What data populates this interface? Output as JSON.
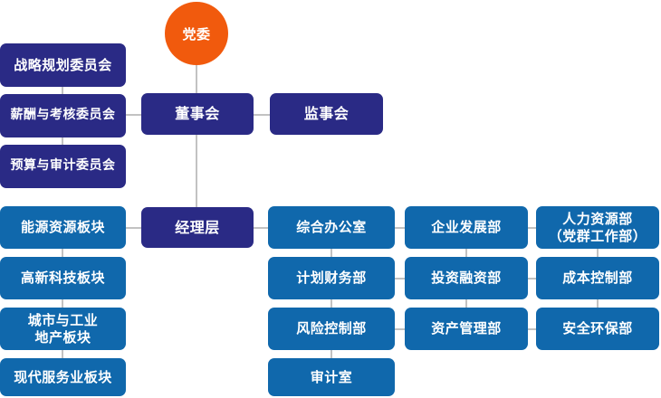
{
  "chart_data": {
    "type": "diagram",
    "title": "",
    "diagram_kind": "organization-chart",
    "colors": {
      "dark_blue": "#2A2A85",
      "light_blue": "#1068AC",
      "orange": "#F15A0D",
      "connector_gray": "#C2C2C2",
      "background": "#FFFFFF",
      "node_text": "#FFFFFF"
    },
    "nodes": [
      {
        "id": "party",
        "label": "党委",
        "shape": "circle",
        "color": "orange",
        "level": 0
      },
      {
        "id": "board",
        "label": "董事会",
        "shape": "rounded-rect",
        "color": "dark_blue",
        "level": 1
      },
      {
        "id": "supervisors",
        "label": "监事会",
        "shape": "rounded-rect",
        "color": "dark_blue",
        "level": 1
      },
      {
        "id": "strategy-committee",
        "label": "战略规划委员会",
        "shape": "rounded-rect",
        "color": "dark_blue",
        "level": 2
      },
      {
        "id": "comp-committee",
        "label": "薪酬与考核委员会",
        "shape": "rounded-rect",
        "color": "dark_blue",
        "level": 2
      },
      {
        "id": "budget-committee",
        "label": "预算与审计委员会",
        "shape": "rounded-rect",
        "color": "dark_blue",
        "level": 2
      },
      {
        "id": "management",
        "label": "经理层",
        "shape": "rounded-rect",
        "color": "dark_blue",
        "level": 3
      },
      {
        "id": "energy-segment",
        "label": "能源资源板块",
        "shape": "rounded-rect",
        "color": "light_blue",
        "level": 4
      },
      {
        "id": "hitech-segment",
        "label": "高新科技板块",
        "shape": "rounded-rect",
        "color": "light_blue",
        "level": 4
      },
      {
        "id": "urban-segment",
        "label": "城市与工业\n地产板块",
        "shape": "rounded-rect",
        "color": "light_blue",
        "level": 4
      },
      {
        "id": "services-segment",
        "label": "现代服务业板块",
        "shape": "rounded-rect",
        "color": "light_blue",
        "level": 4
      },
      {
        "id": "general-office",
        "label": "综合办公室",
        "shape": "rounded-rect",
        "color": "light_blue",
        "level": 4
      },
      {
        "id": "planning-finance",
        "label": "计划财务部",
        "shape": "rounded-rect",
        "color": "light_blue",
        "level": 4
      },
      {
        "id": "risk-control",
        "label": "风险控制部",
        "shape": "rounded-rect",
        "color": "light_blue",
        "level": 4
      },
      {
        "id": "audit-office",
        "label": "审计室",
        "shape": "rounded-rect",
        "color": "light_blue",
        "level": 4
      },
      {
        "id": "enterprise-dev",
        "label": "企业发展部",
        "shape": "rounded-rect",
        "color": "light_blue",
        "level": 4
      },
      {
        "id": "investment-finance",
        "label": "投资融资部",
        "shape": "rounded-rect",
        "color": "light_blue",
        "level": 4
      },
      {
        "id": "asset-mgmt",
        "label": "资产管理部",
        "shape": "rounded-rect",
        "color": "light_blue",
        "level": 4
      },
      {
        "id": "hr-dept",
        "label": "人力资源部\n（党群工作部）",
        "shape": "rounded-rect",
        "color": "light_blue",
        "level": 4
      },
      {
        "id": "cost-control",
        "label": "成本控制部",
        "shape": "rounded-rect",
        "color": "light_blue",
        "level": 4
      },
      {
        "id": "safety-env",
        "label": "安全环保部",
        "shape": "rounded-rect",
        "color": "light_blue",
        "level": 4
      }
    ],
    "edges": [
      {
        "from": "party",
        "to": "board"
      },
      {
        "from": "board",
        "to": "supervisors"
      },
      {
        "from": "board",
        "to": "comp-committee"
      },
      {
        "from": "strategy-committee",
        "to": "comp-committee"
      },
      {
        "from": "comp-committee",
        "to": "budget-committee"
      },
      {
        "from": "board",
        "to": "management"
      },
      {
        "from": "management",
        "to": "energy-segment"
      },
      {
        "from": "energy-segment",
        "to": "hitech-segment"
      },
      {
        "from": "hitech-segment",
        "to": "urban-segment"
      },
      {
        "from": "urban-segment",
        "to": "services-segment"
      },
      {
        "from": "management",
        "to": "general-office"
      },
      {
        "from": "general-office",
        "to": "planning-finance"
      },
      {
        "from": "planning-finance",
        "to": "risk-control"
      },
      {
        "from": "risk-control",
        "to": "audit-office"
      },
      {
        "from": "general-office",
        "to": "enterprise-dev"
      },
      {
        "from": "planning-finance",
        "to": "investment-finance"
      },
      {
        "from": "risk-control",
        "to": "asset-mgmt"
      },
      {
        "from": "enterprise-dev",
        "to": "investment-finance"
      },
      {
        "from": "investment-finance",
        "to": "asset-mgmt"
      },
      {
        "from": "enterprise-dev",
        "to": "hr-dept"
      },
      {
        "from": "investment-finance",
        "to": "cost-control"
      },
      {
        "from": "asset-mgmt",
        "to": "safety-env"
      },
      {
        "from": "hr-dept",
        "to": "cost-control"
      },
      {
        "from": "cost-control",
        "to": "safety-env"
      }
    ]
  },
  "nodes": {
    "party": "党委",
    "board": "董事会",
    "supervisors": "监事会",
    "strategy_committee": "战略规划委员会",
    "comp_committee": "薪酬与考核委员会",
    "budget_committee": "预算与审计委员会",
    "management": "经理层",
    "energy_segment": "能源资源板块",
    "hitech_segment": "高新科技板块",
    "urban_segment": "城市与工业\n地产板块",
    "services_segment": "现代服务业板块",
    "general_office": "综合办公室",
    "planning_finance": "计划财务部",
    "risk_control": "风险控制部",
    "audit_office": "审计室",
    "enterprise_dev": "企业发展部",
    "investment_finance": "投资融资部",
    "asset_mgmt": "资产管理部",
    "hr_dept": "人力资源部\n（党群工作部）",
    "cost_control": "成本控制部",
    "safety_env": "安全环保部"
  }
}
